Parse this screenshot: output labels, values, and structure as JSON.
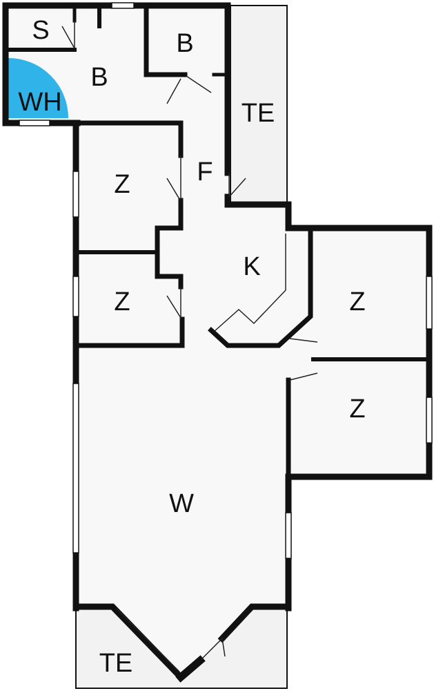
{
  "colors": {
    "background": "#ffffff",
    "wall": "#111111",
    "floor": "#f7f7f7",
    "terrace": "#f2f2f2",
    "window": "#ffffff",
    "door_line": "#222222",
    "water_heater": "#2fb3e8"
  },
  "rooms": {
    "storage": "S",
    "bath_top_right": "B",
    "bath_left": "B",
    "water_heater": "WH",
    "terrace_right": "TE",
    "hall": "F",
    "bedroom_1": "Z",
    "bedroom_2": "Z",
    "kitchen": "K",
    "bedroom_3": "Z",
    "bedroom_4": "Z",
    "living": "W",
    "terrace_bottom": "TE"
  }
}
